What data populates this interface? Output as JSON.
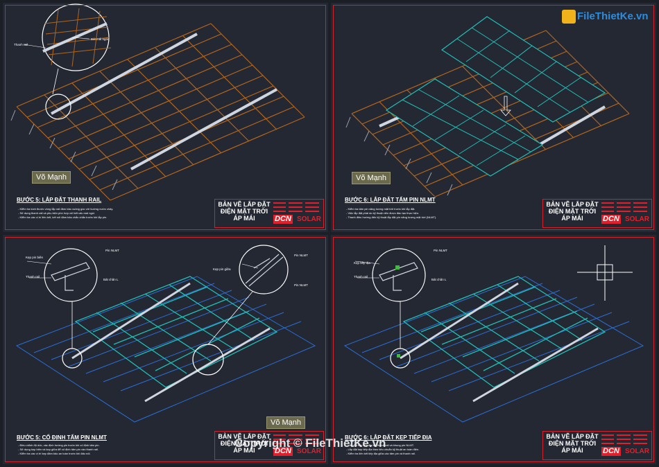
{
  "brand": {
    "text": "FileThietKe.vn",
    "icon": "file-logo-icon"
  },
  "copyright": "Copyright © FileThietKe.vn",
  "title_block": {
    "line1": "BẢN VẼ LẮP ĐẶT",
    "line2": "ĐIỆN MẶT TRỜI",
    "line3": "ÁP MÁI",
    "logo": "DCN",
    "logo_sub": "SOLAR"
  },
  "watermark_name": "Võ Mạnh",
  "panels": [
    {
      "step": "BƯỚC 5: LẮP ĐẶT THANH RAIL",
      "labels": [
        "Bát mái ngói",
        "Thanh rail"
      ],
      "notes": [
        "Kiểm tra kích thước vòng lắp rail đảm bảo vuông góc với hướng nước chảy.",
        "Sử dụng thanh rail và phụ kiện phù hợp với kết cấu mái ngói.",
        "Kiểm tra các vị trí liên kết, kết nối đảm bảo chắc chắn trước khi lắp pin."
      ]
    },
    {
      "step": "BƯỚC 6: LẮP ĐẶT TẤM PIN NLMT",
      "labels": [],
      "notes": [
        "Kiểm tra tấm pin năng lượng mặt trời trước khi lắp đặt.",
        "Việc lắp đặt phải do kỹ thuật viên được đào tạo thực hiện.",
        "Thanh điều hướng đến kỹ thuật lắp đặt pin năng lượng mặt trời (NLMT)."
      ]
    },
    {
      "step": "BƯỚC 5: CỐ ĐỊNH TẤM PIN NLMT",
      "labels": [
        "Pin NLMT",
        "Kẹp pin biên",
        "Thanh rail",
        "Bát chân L",
        "Kẹp pin giữa",
        "Pin NLMT",
        "Pin NLMT"
      ],
      "notes": [
        "Điều chỉnh độ dốc, xác định hướng pin trước khi cố định tấm pin.",
        "Sử dụng kẹp biên và kẹp giữa để cố định tấm pin vào thanh rail.",
        "Kiểm tra các vị trí kẹp đảm bảo an toàn trước khi đấu nối."
      ]
    },
    {
      "step": "BƯỚC 6: LẮP ĐẶT KẸP TIẾP ĐỊA",
      "labels": [
        "Pin NLMT",
        "Kẹp tiếp địa",
        "Thanh rail",
        "Bát chân L"
      ],
      "notes": [
        "Lắp đặt kẹp tiếp địa lên thanh rail và khung pin NLMT.",
        "Lắp đặt kẹp tiếp địa theo tiêu chuẩn kỹ thuật an toàn điện.",
        "Kiểm tra liên kết tiếp địa giữa các tấm pin và thanh rail."
      ]
    }
  ]
}
